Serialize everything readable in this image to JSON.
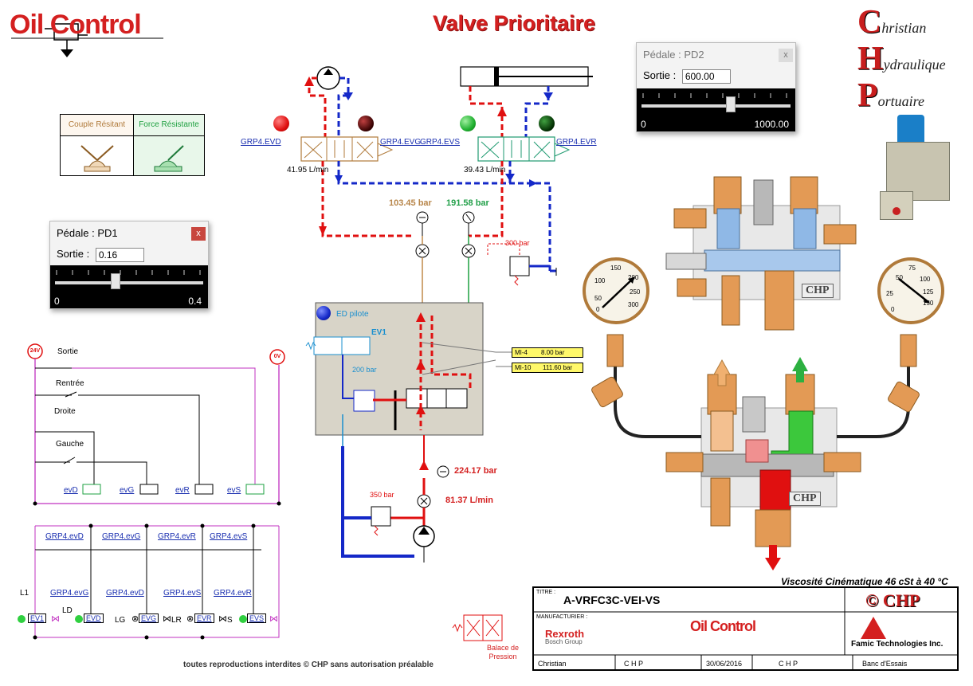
{
  "header": {
    "title": "Valve Prioritaire",
    "logo_left": "Oil Control",
    "chp_lines": [
      {
        "initial": "C",
        "rest": "hristian"
      },
      {
        "initial": "H",
        "rest": "ydraulique"
      },
      {
        "initial": "P",
        "rest": "ortuaire"
      }
    ]
  },
  "legend": {
    "couple": "Couple Résitant",
    "force": "Force Résistante"
  },
  "pd1": {
    "title": "Pédale : PD1",
    "close": "x",
    "sortie_label": "Sortie :",
    "sortie_value": "0.16",
    "min": "0",
    "max": "0.4",
    "level": 0.4
  },
  "pd2": {
    "title": "Pédale : PD2",
    "close": "x",
    "sortie_label": "Sortie :",
    "sortie_value": "600.00",
    "min": "0",
    "max": "1000.00",
    "level": 0.6
  },
  "hydraulic": {
    "grp_evd": "GRP4.EVD",
    "grp_evg": "GRP4.EVG",
    "grp_evs": "GRP4.EVS",
    "grp_evr": "GRP4.EVR",
    "flow_left": "41.95 L/min",
    "flow_right": "39.43 L/min",
    "p_left": "103.45 bar",
    "p_right": "191.58 bar",
    "relief_300": "300 bar",
    "ed_pilote": "ED pilote",
    "ev1": "EV1",
    "relief_200": "200 bar",
    "mi4": "MI-4",
    "mi4_val": "8.00 bar",
    "mi10": "MI-10",
    "mi10_val": "111.60 bar",
    "p_pump": "224.17 bar",
    "flow_pump": "81.37 L/min",
    "relief_350": "350 bar",
    "balance": "Balace de Pression"
  },
  "electric": {
    "v24": "24V",
    "v0": "0V",
    "sortie": "Sortie",
    "rentree": "Rentrée",
    "droite": "Droite",
    "gauche": "Gauche",
    "coils": [
      "evD",
      "evG",
      "evR",
      "evS"
    ],
    "grp_row1": [
      "GRP4.evD",
      "GRP4.evG",
      "GRP4.evR",
      "GRP4.evS"
    ],
    "l1": "L1",
    "grp_row2": [
      "GRP4.evG",
      "GRP4.evD",
      "GRP4.evS",
      "GRP4.evR"
    ],
    "ld": "LD",
    "lg": "LG",
    "lr": "LR",
    "ls": "S",
    "valves": [
      "EV1",
      "EVD",
      "EVG",
      "EVR",
      "EVS"
    ]
  },
  "gauges": {
    "left": {
      "ticks": [
        "50",
        "100",
        "150",
        "200",
        "250",
        "300",
        "0"
      ]
    },
    "right": {
      "ticks": [
        "25",
        "50",
        "75",
        "100",
        "125",
        "150",
        "0"
      ]
    }
  },
  "chp_watermark": "CHP",
  "viscosity": "Viscosité Cinématique 46 cSt à 40 °C",
  "titleblock": {
    "titre_label": "TITRE :",
    "titre": "A-VRFC3C-VEI-VS",
    "copyright": "© CHP",
    "manuf_label": "MANUFACTURIER :",
    "manuf": "Rexroth",
    "manuf_sub": "Bosch Group",
    "logo": "Oil Control",
    "famic": "Famic Technologies Inc.",
    "row": [
      "Christian",
      "C H P",
      "30/06/2016",
      "C H P",
      "Banc d'Essais"
    ]
  },
  "footer": "toutes reproductions interdites © CHP sans autorisation préalable",
  "colors": {
    "red": "#e01010",
    "blue": "#1428c8",
    "brown": "#c08a4a",
    "green": "#1ea040",
    "magenta": "#c030c0"
  }
}
